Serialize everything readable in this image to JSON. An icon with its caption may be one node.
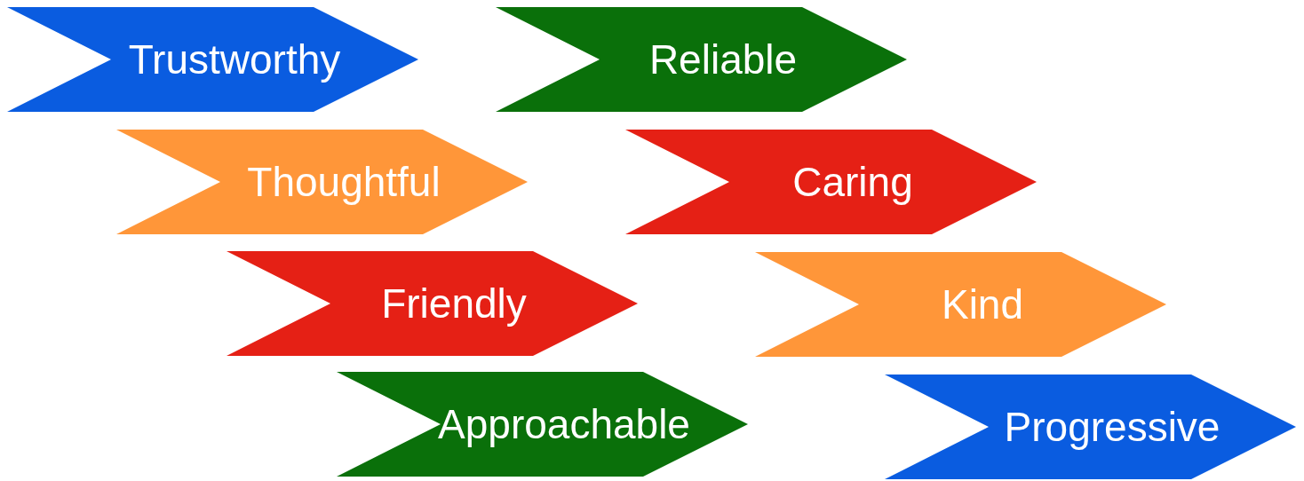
{
  "diagram": {
    "nodes": [
      {
        "text": [
          "Trustworthy"
        ]
      },
      {
        "text": [
          "Reliable"
        ]
      },
      {
        "text": [
          "Thoughtful"
        ]
      },
      {
        "text": [
          "Caring"
        ]
      },
      {
        "text": [
          "Friendly"
        ]
      },
      {
        "text": [
          "Kind"
        ]
      },
      {
        "text": [
          "Approachable"
        ]
      },
      {
        "text": [
          "Progressive"
        ]
      }
    ]
  }
}
